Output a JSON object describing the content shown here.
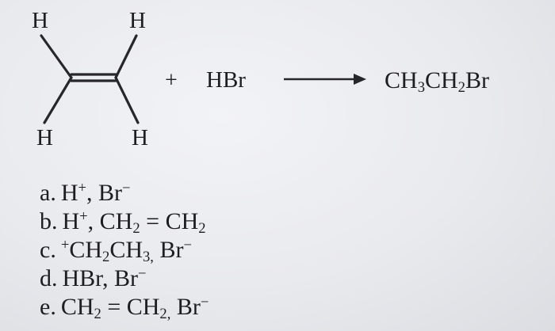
{
  "reaction": {
    "reactant_atoms": {
      "top_left": "H",
      "top_right": "H",
      "bottom_left": "H",
      "bottom_right": "H"
    },
    "plus": "+",
    "reagent": "HBr",
    "product_parts": [
      "CH",
      "3",
      "CH",
      "2",
      "Br"
    ]
  },
  "choices": [
    {
      "label": "a.",
      "text": "H",
      "sup": "+",
      "rest": ", Br",
      "sup2": "−"
    },
    {
      "label": "b.",
      "text": "H",
      "sup": "+",
      "rest": ", CH",
      "sub": "2",
      "rest2": " = CH",
      "sub2": "2"
    },
    {
      "label": "c.",
      "pre_sup": "+",
      "text": "CH",
      "sub": "2",
      "rest": "CH",
      "sub2": "3,",
      "rest2": " Br",
      "sup2": "−"
    },
    {
      "label": "d.",
      "text": "HBr, Br",
      "sup": "−"
    },
    {
      "label": "e.",
      "text": "CH",
      "sub": "2",
      "rest": " = CH",
      "sub2": "2,",
      "rest2": " Br",
      "sup2": "−"
    }
  ],
  "colors": {
    "ink": "#1e1e22",
    "paper": "#ececef"
  }
}
